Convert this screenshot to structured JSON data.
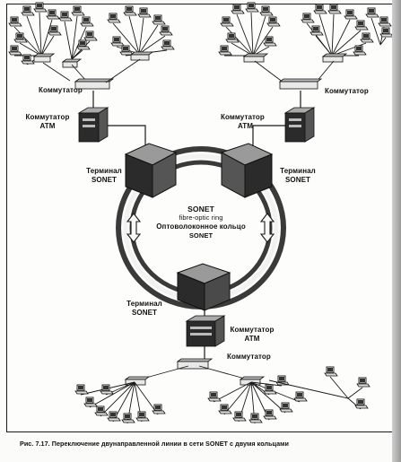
{
  "labels": {
    "switch_top_left": "Коммутатор",
    "switch_top_right": "Коммутатор",
    "switch_bottom": "Коммутатор",
    "atm_switch_word": "Коммутатор",
    "atm_word": "ATM",
    "terminal_left_line1": "Терминал",
    "terminal_right_line1": "Терминал",
    "terminal_bottom_line1": "Терминал",
    "sonet": "SONET",
    "ring_line1": "SONET",
    "ring_line2": "fibre-optic ring",
    "ring_line3": "Оптоволоконное кольцо",
    "ring_line4": "SONET"
  },
  "caption": "Рис. 7.17. Переключение двунаправленной линии в сети SONET с двумя кольцами",
  "colors": {
    "line": "#1a1a1a",
    "device_dark": "#2b2b2b",
    "ring_dark": "#3a3a3a",
    "ring_light": "#f2f2f2"
  },
  "icons": {
    "computer": "workstation-icon",
    "hub": "hub-icon",
    "atm_switch": "atm-switch-icon",
    "sonet_terminal": "sonet-terminal-icon",
    "arrow": "bidirectional-arrow-icon"
  }
}
